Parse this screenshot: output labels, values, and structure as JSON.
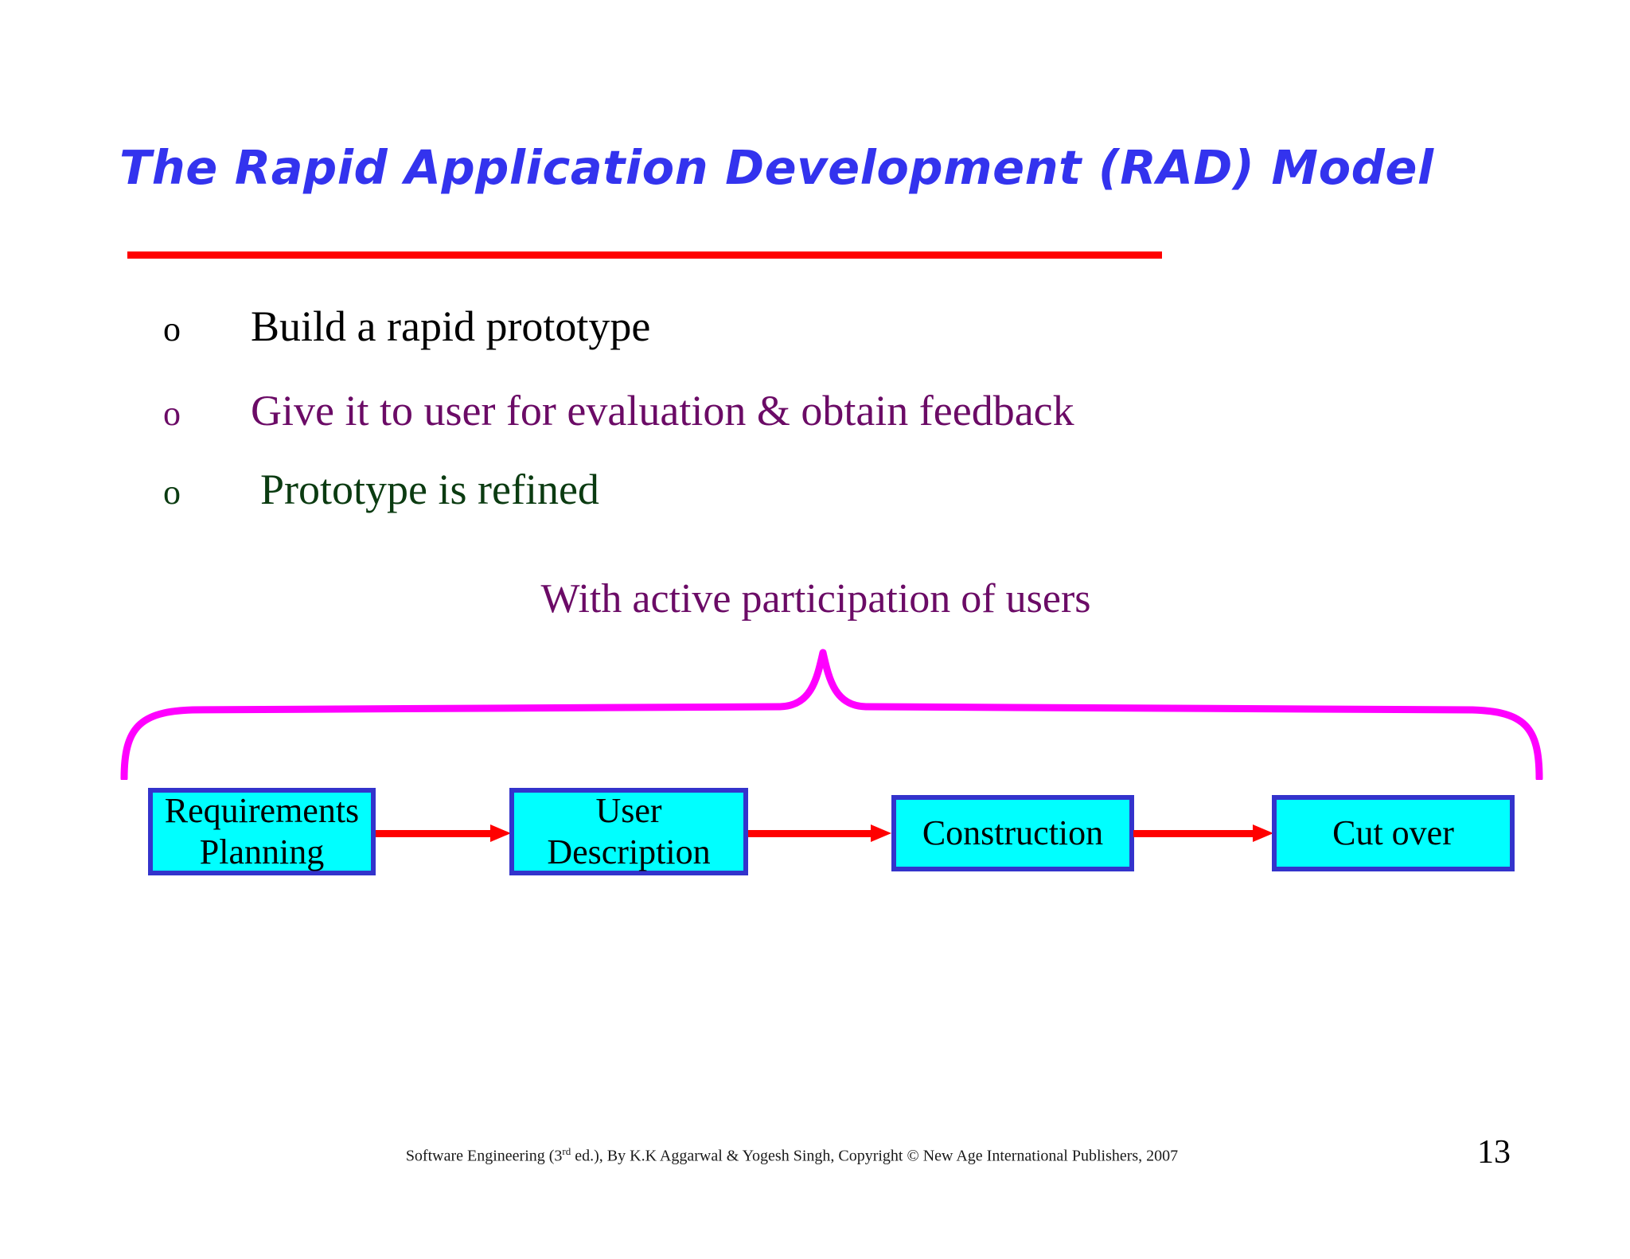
{
  "slide": {
    "title": "The Rapid Application Development (RAD) Model",
    "page_number": "13",
    "colors": {
      "title": "#3333EE",
      "rule": "#FF0000",
      "bullet_1": "#000000",
      "bullet_2": "#6B0B66",
      "bullet_3": "#0B3B11",
      "caption": "#6B0B66",
      "brace": "#FF00FF",
      "box_fill": "#00FFFF",
      "box_border": "#3333CC",
      "arrow": "#FF0000"
    }
  },
  "bullets": [
    {
      "marker": "o",
      "text": "Build a rapid prototype"
    },
    {
      "marker": "o",
      "text": "Give it to user for evaluation & obtain feedback"
    },
    {
      "marker": "o",
      "text": "Prototype is refined"
    }
  ],
  "brace_caption": "With active participation of users",
  "diagram": {
    "type": "linear-flow",
    "boxes": [
      {
        "label": "Requirements\nPlanning",
        "line1": "Requirements",
        "line2": "Planning"
      },
      {
        "label": "User\nDescription",
        "line1": "User",
        "line2": "Description"
      },
      {
        "label": "Construction",
        "line1": "Construction",
        "line2": ""
      },
      {
        "label": "Cut over",
        "line1": "Cut over",
        "line2": ""
      }
    ],
    "connectors": [
      {
        "from": "Requirements Planning",
        "to": "User Description",
        "style": "red-arrow"
      },
      {
        "from": "User Description",
        "to": "Construction",
        "style": "red-arrow"
      },
      {
        "from": "Construction",
        "to": "Cut over",
        "style": "red-arrow"
      }
    ],
    "annotation": {
      "shape": "curly-brace-above",
      "spans": "all four boxes",
      "label": "With active participation of users"
    }
  },
  "footer": {
    "credit_before": "Software Engineering (3",
    "credit_sup": "rd",
    "credit_after": " ed.), By K.K Aggarwal & Yogesh Singh, Copyright © New Age International Publishers, 2007"
  }
}
